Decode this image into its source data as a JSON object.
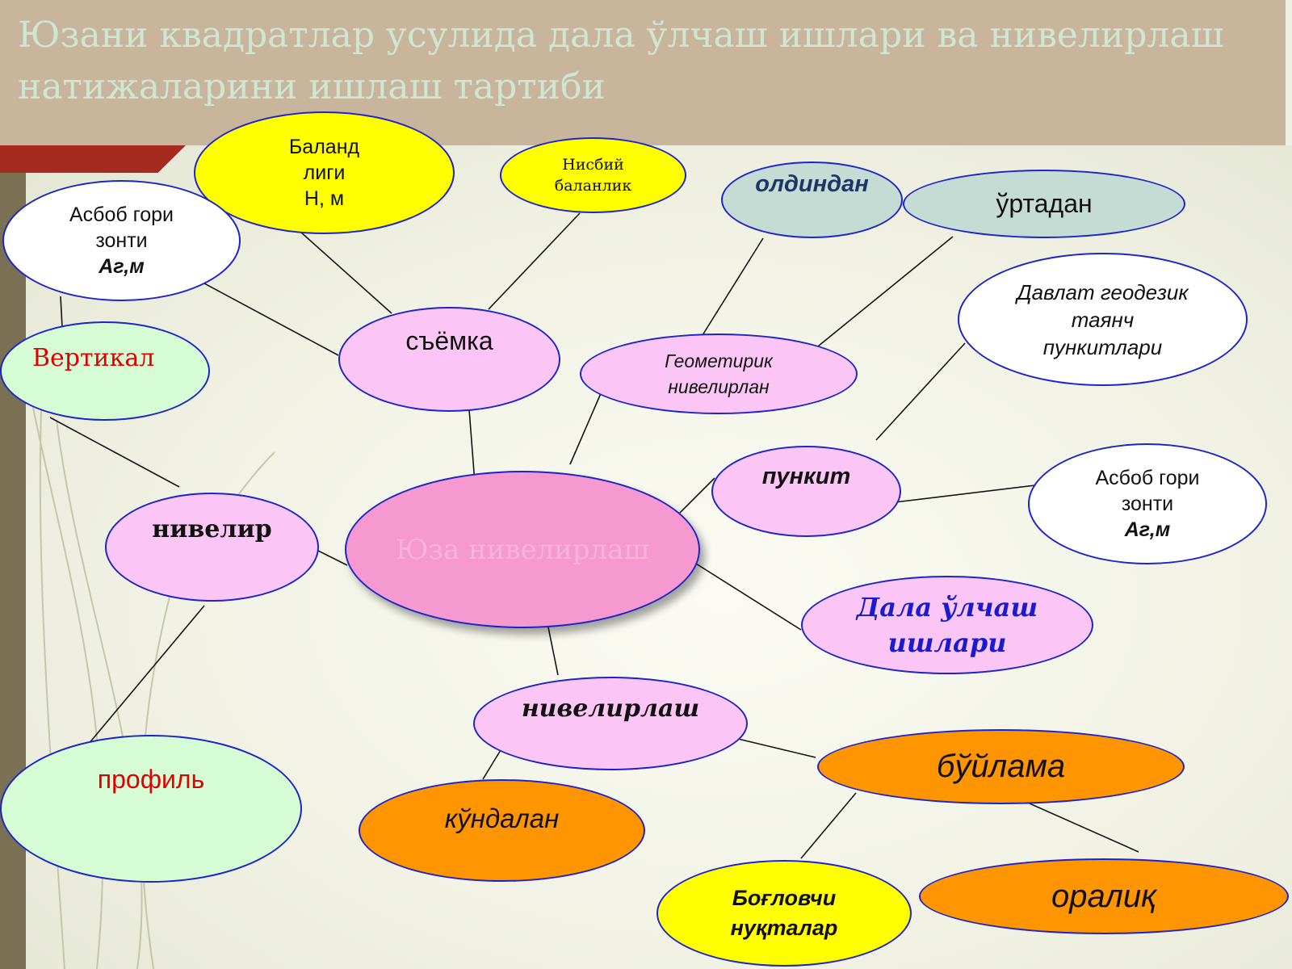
{
  "title": "Юзани квадратлар усулида дала ўлчаш ишлари ва нивелирлаш натижаларини ишлаш тартиби",
  "nodes": {
    "center": {
      "label": "Юза нивелирлаш"
    },
    "baland": {
      "label": "Баланд\nлиги\nН, м"
    },
    "nisbiy": {
      "label": "Нисбий\nбаланлик"
    },
    "oldindan": {
      "label": "олдиндан"
    },
    "urtadan": {
      "label": "ўртадан"
    },
    "asbob1": {
      "label": "Асбоб гори\nзонти",
      "sub": "Аг,м"
    },
    "syomka": {
      "label": "съёмка"
    },
    "geometrik": {
      "label": "Геометирик\nнивелирлан"
    },
    "davlat": {
      "label": "Давлат геодезик\nтаянч\nпункитлари"
    },
    "vertikal": {
      "label": "Вертикал"
    },
    "punkit": {
      "label": "пункит"
    },
    "asbob2": {
      "label": "Асбоб гори\nзонти",
      "sub": "Аг,м"
    },
    "nivelir": {
      "label": "нивелир"
    },
    "dala": {
      "label": "Дала ўлчаш\nишлари"
    },
    "nivelirlash": {
      "label": "нивелирлаш"
    },
    "buylama": {
      "label": "бўйлама"
    },
    "profil": {
      "label": "профиль"
    },
    "kundalan": {
      "label": "кўндалан"
    },
    "boglovchi": {
      "label": "Боғловчи\nнуқталар"
    },
    "oraliq": {
      "label": "оралиқ"
    }
  },
  "colors": {
    "pink": "#fbc6f6",
    "center_pink": "#f699d0",
    "yellow": "#ffff00",
    "white": "#ffffff",
    "green": "#d6fcd6",
    "teal": "#c5dcd5",
    "orange": "#ff9500",
    "accent_red": "#a52a1f",
    "node_border": "#1d24c8"
  }
}
